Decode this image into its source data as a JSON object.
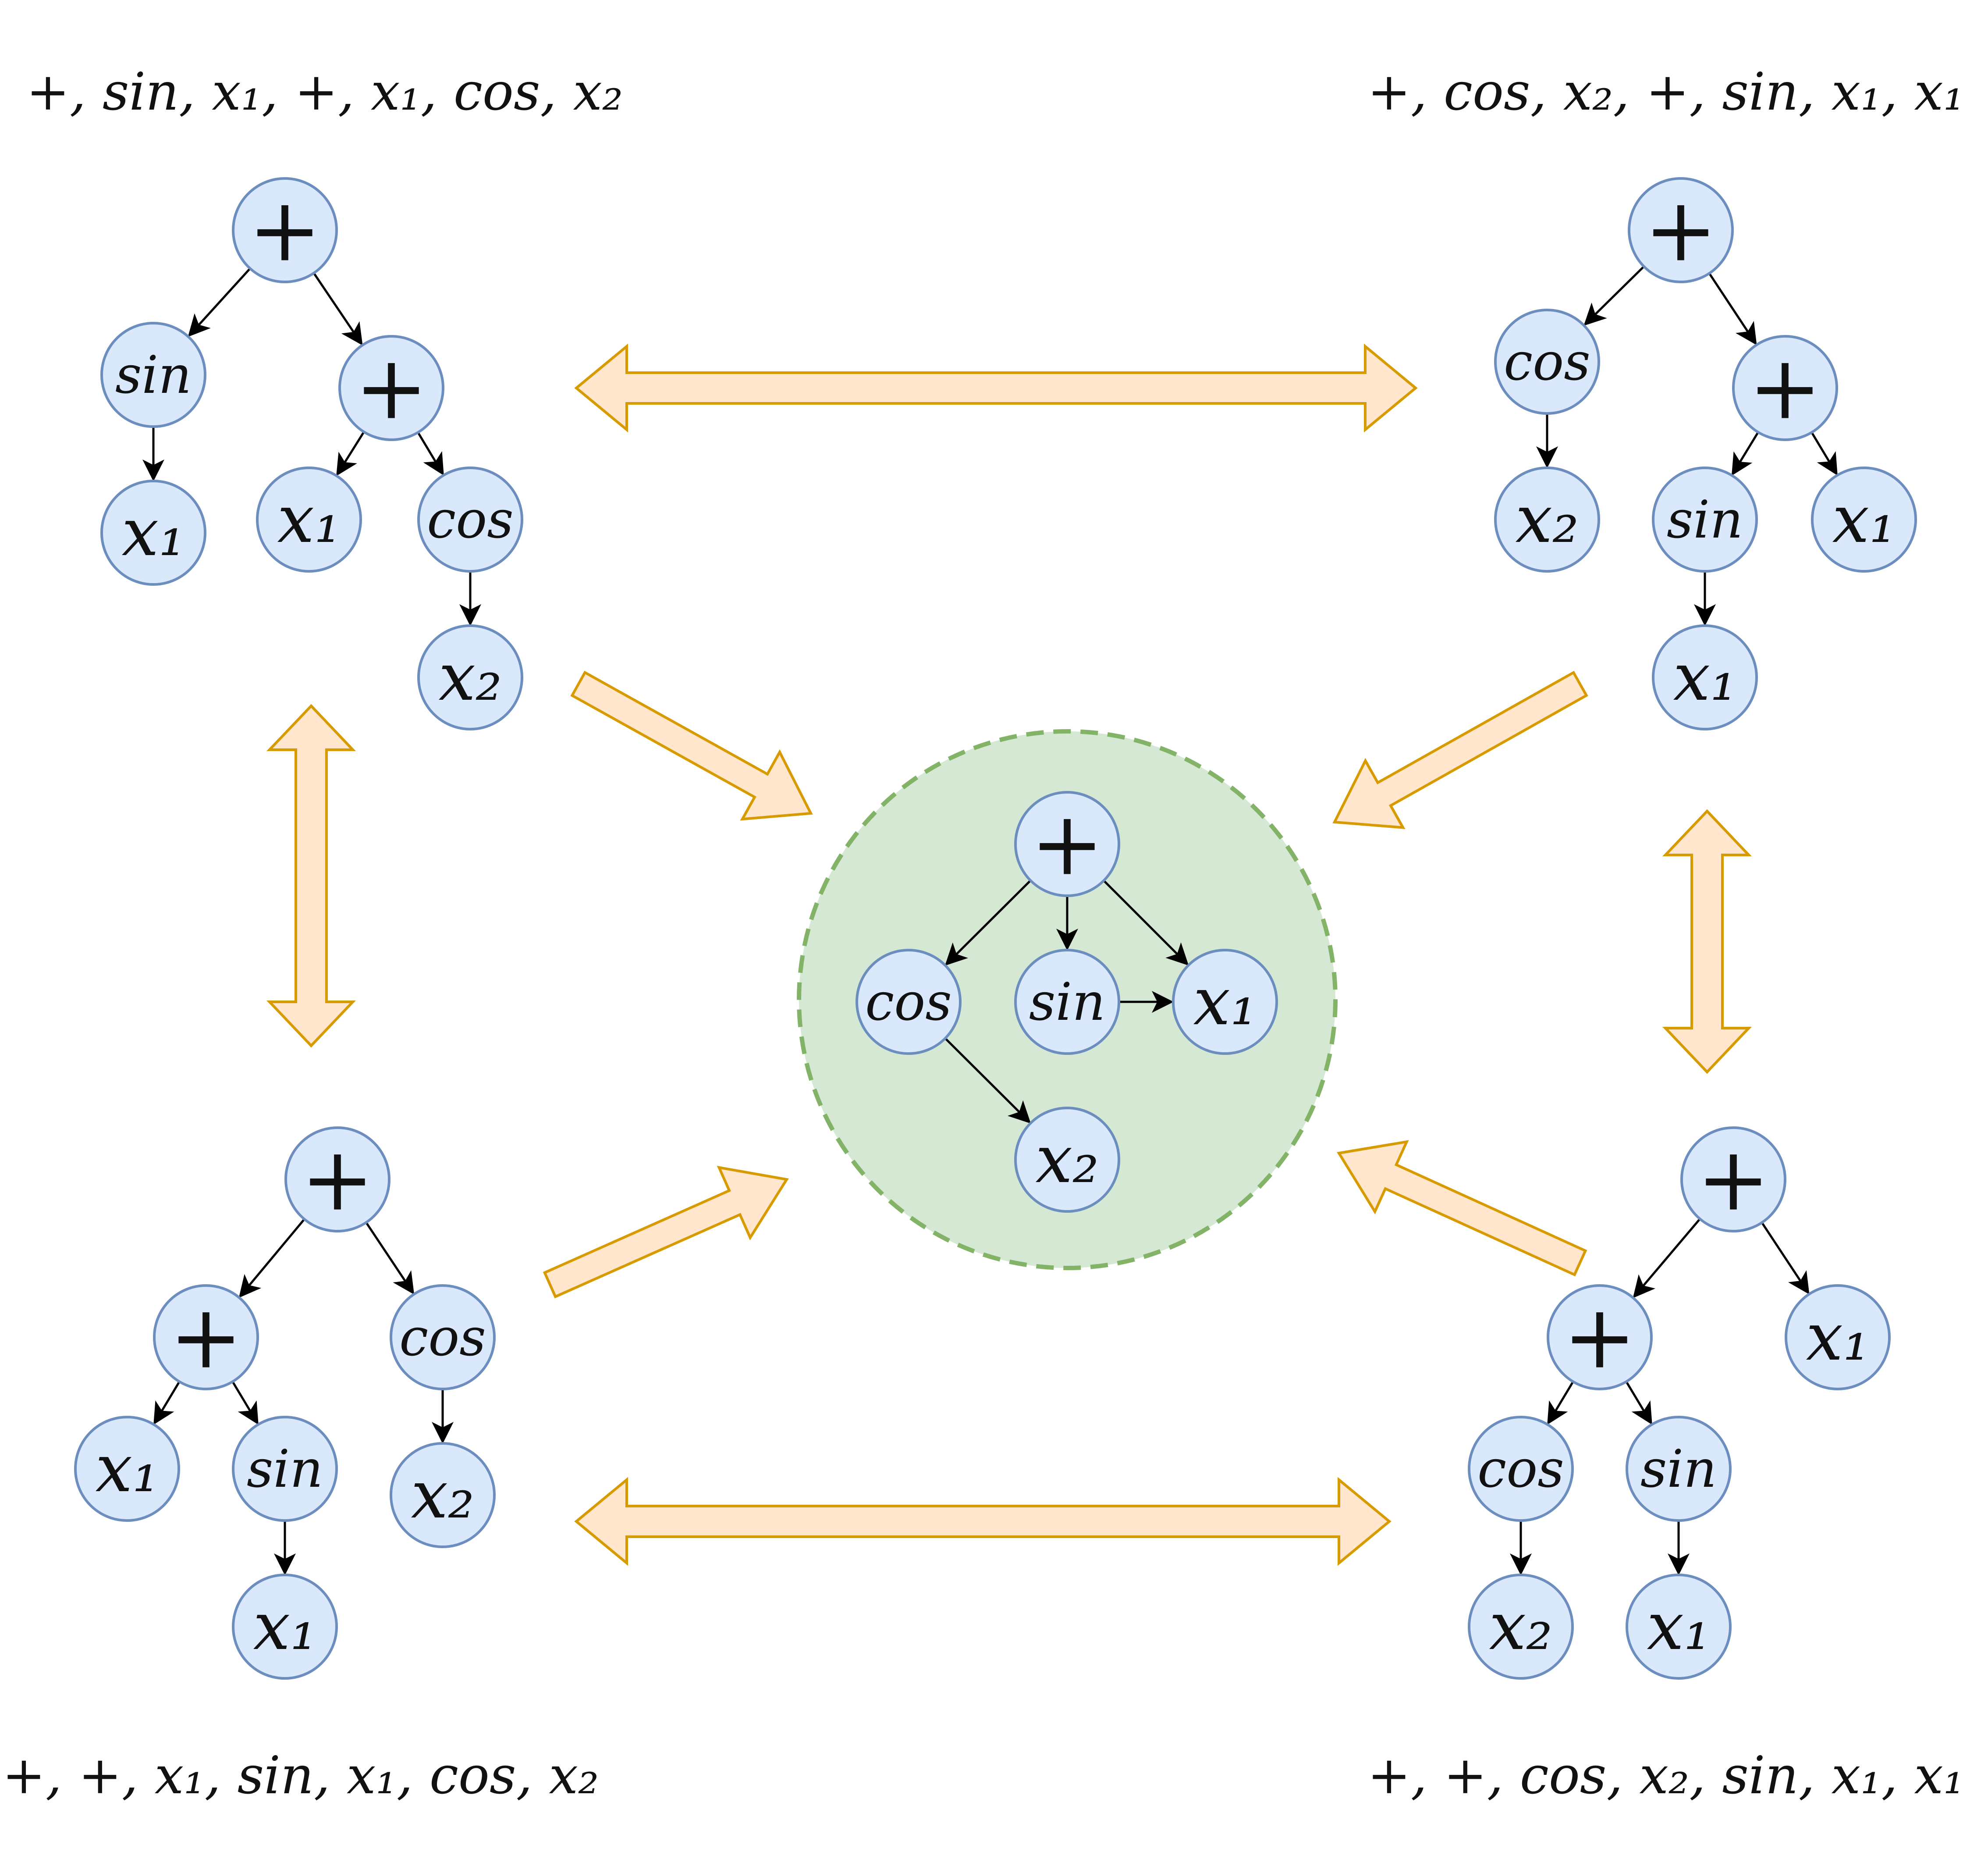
{
  "sequences": {
    "top_left": "+, sin, x₁, +, x₁, cos, x₂",
    "top_right": "+, cos, x₂, +, sin, x₁, x₁",
    "bottom_left": "+, +, x₁, sin, x₁, cos, x₂",
    "bottom_right": "+, +, cos, x₂, sin, x₁, x₁"
  },
  "trees": {
    "top_left": {
      "nodes": [
        {
          "id": "a",
          "label": "+"
        },
        {
          "id": "b",
          "label": "sin"
        },
        {
          "id": "c",
          "label": "+"
        },
        {
          "id": "d",
          "label": "x₁"
        },
        {
          "id": "e",
          "label": "x₁"
        },
        {
          "id": "f",
          "label": "cos"
        },
        {
          "id": "g",
          "label": "x₂"
        }
      ],
      "edges": [
        [
          "a",
          "b"
        ],
        [
          "a",
          "c"
        ],
        [
          "b",
          "d"
        ],
        [
          "c",
          "e"
        ],
        [
          "c",
          "f"
        ],
        [
          "f",
          "g"
        ]
      ]
    },
    "top_right": {
      "nodes": [
        {
          "id": "a",
          "label": "+"
        },
        {
          "id": "b",
          "label": "cos"
        },
        {
          "id": "c",
          "label": "+"
        },
        {
          "id": "d",
          "label": "x₂"
        },
        {
          "id": "e",
          "label": "sin"
        },
        {
          "id": "f",
          "label": "x₁"
        },
        {
          "id": "g",
          "label": "x₁"
        }
      ],
      "edges": [
        [
          "a",
          "b"
        ],
        [
          "a",
          "c"
        ],
        [
          "b",
          "d"
        ],
        [
          "c",
          "e"
        ],
        [
          "c",
          "f"
        ],
        [
          "e",
          "g"
        ]
      ]
    },
    "bottom_left": {
      "nodes": [
        {
          "id": "a",
          "label": "+"
        },
        {
          "id": "b",
          "label": "+"
        },
        {
          "id": "c",
          "label": "cos"
        },
        {
          "id": "d",
          "label": "x₁"
        },
        {
          "id": "e",
          "label": "sin"
        },
        {
          "id": "f",
          "label": "x₂"
        },
        {
          "id": "g",
          "label": "x₁"
        }
      ],
      "edges": [
        [
          "a",
          "b"
        ],
        [
          "a",
          "c"
        ],
        [
          "b",
          "d"
        ],
        [
          "b",
          "e"
        ],
        [
          "c",
          "f"
        ],
        [
          "e",
          "g"
        ]
      ]
    },
    "bottom_right": {
      "nodes": [
        {
          "id": "a",
          "label": "+"
        },
        {
          "id": "b",
          "label": "+"
        },
        {
          "id": "c",
          "label": "x₁"
        },
        {
          "id": "d",
          "label": "cos"
        },
        {
          "id": "e",
          "label": "sin"
        },
        {
          "id": "f",
          "label": "x₂"
        },
        {
          "id": "g",
          "label": "x₁"
        }
      ],
      "edges": [
        [
          "a",
          "b"
        ],
        [
          "a",
          "c"
        ],
        [
          "b",
          "d"
        ],
        [
          "b",
          "e"
        ],
        [
          "d",
          "f"
        ],
        [
          "e",
          "g"
        ]
      ]
    },
    "center": {
      "nodes": [
        {
          "id": "a",
          "label": "+"
        },
        {
          "id": "b",
          "label": "cos"
        },
        {
          "id": "c",
          "label": "sin"
        },
        {
          "id": "d",
          "label": "x₁"
        },
        {
          "id": "e",
          "label": "x₂"
        }
      ],
      "edges": [
        [
          "a",
          "b"
        ],
        [
          "a",
          "c"
        ],
        [
          "a",
          "d"
        ],
        [
          "c",
          "d"
        ],
        [
          "b",
          "e"
        ]
      ]
    }
  },
  "colors": {
    "node_fill": "#dae8fc",
    "node_stroke": "#6c8ebf",
    "arrow_fill": "#ffe6cc",
    "arrow_stroke": "#d79b00",
    "hub_fill": "#d5e8d4",
    "hub_stroke": "#82b366"
  }
}
